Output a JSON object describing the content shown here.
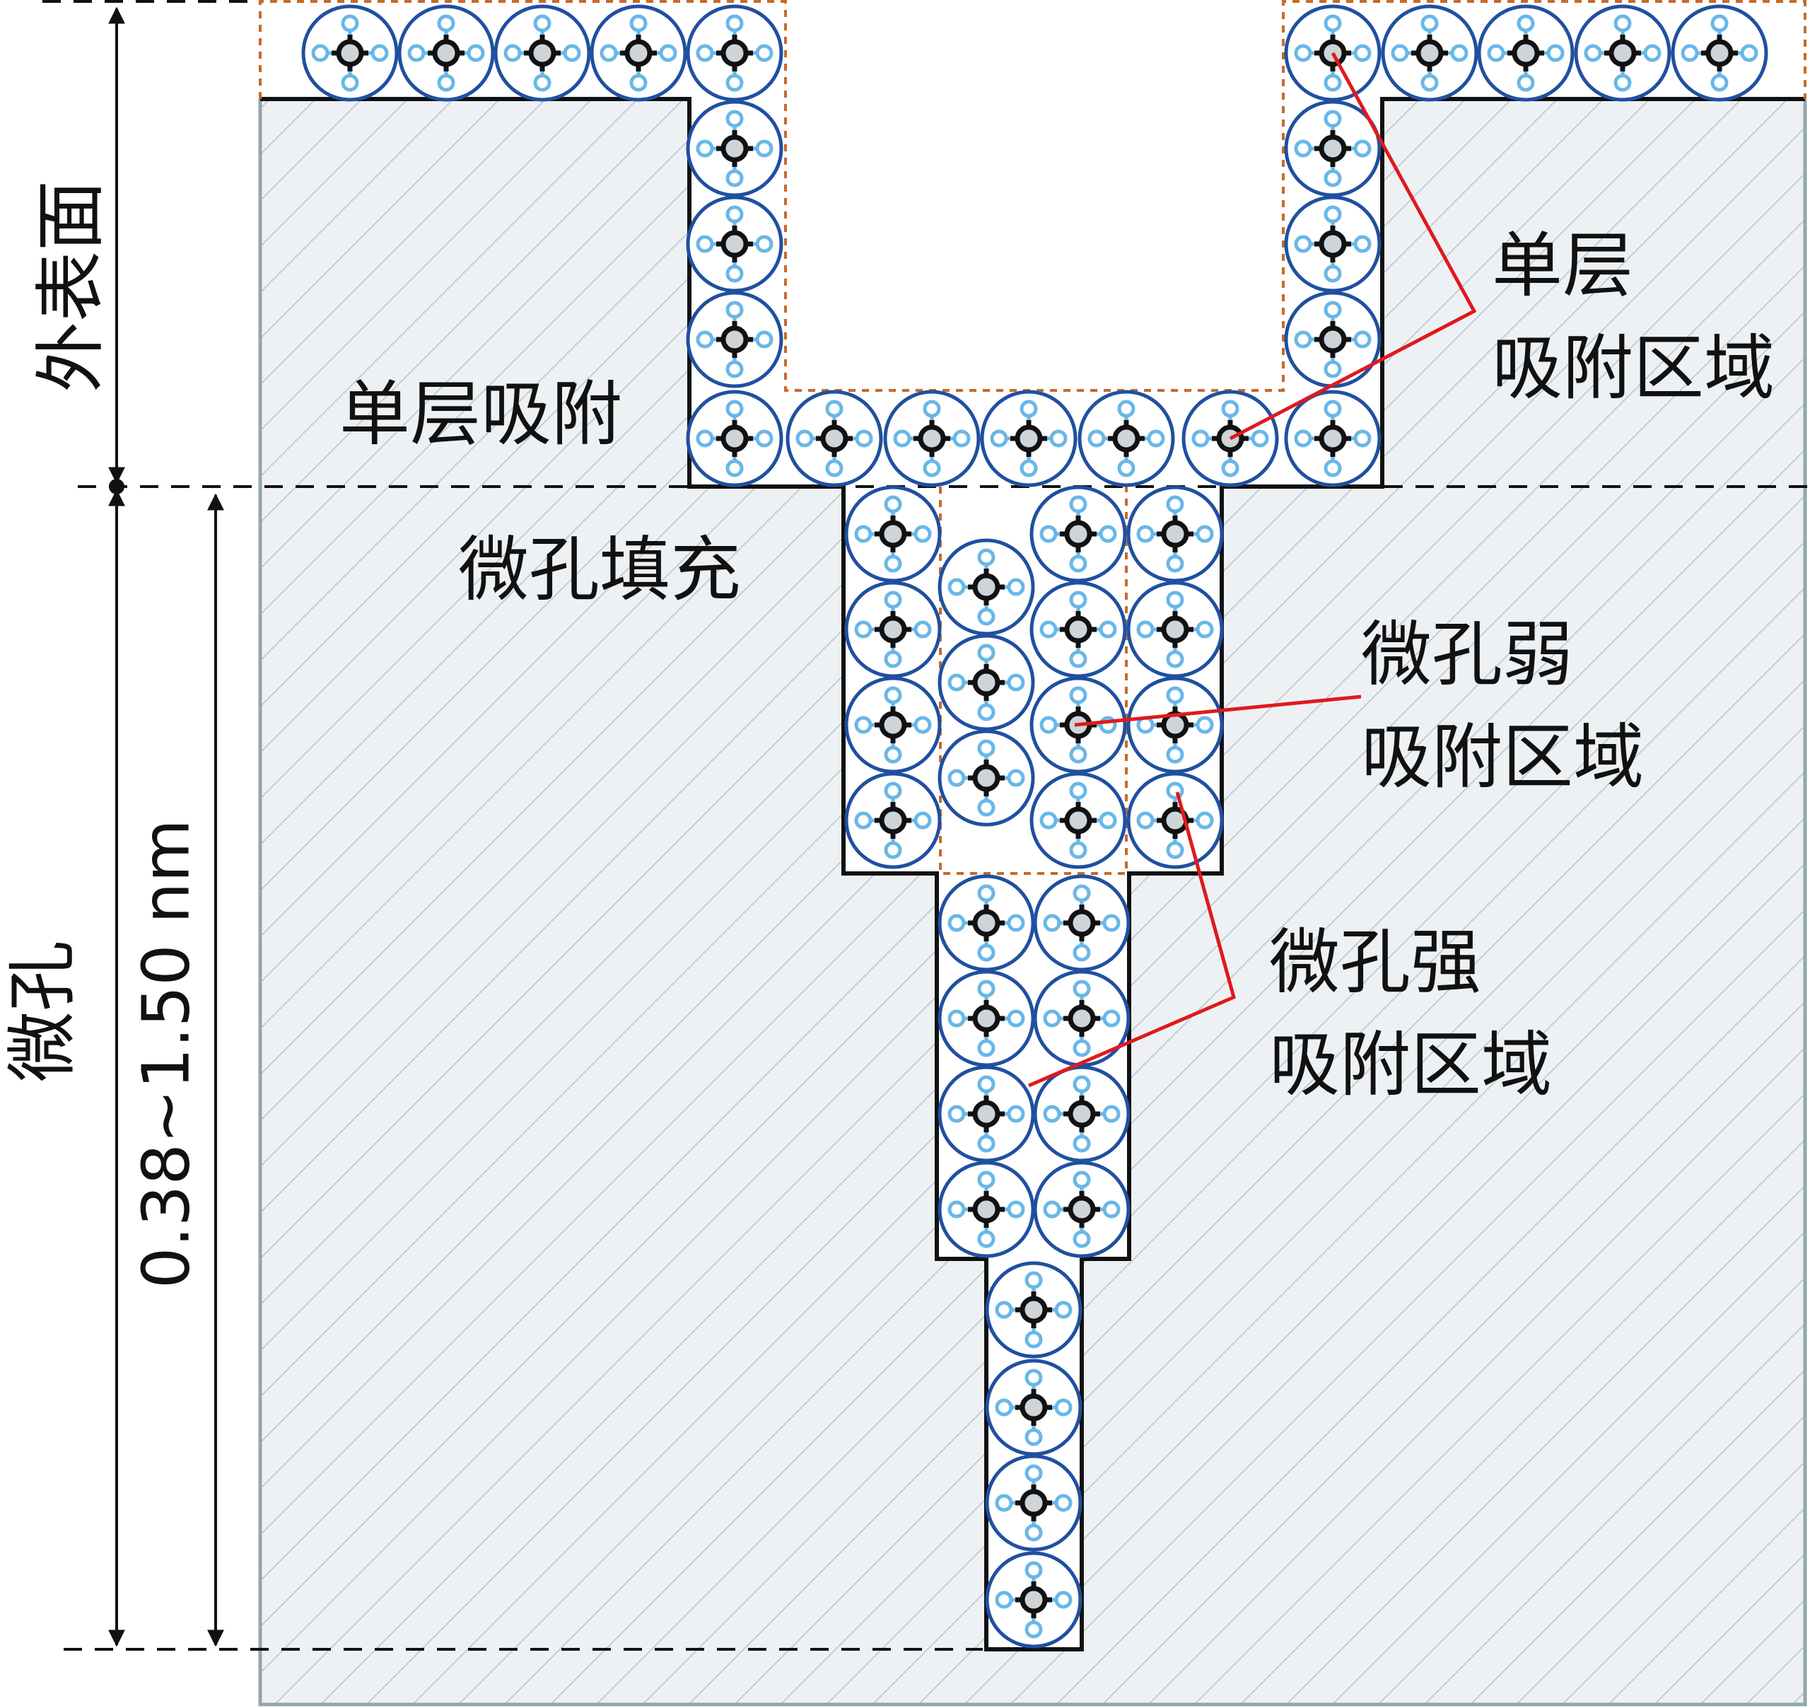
{
  "labels": {
    "outer_surface": "外表面",
    "micropore": "微孔",
    "pore_size": "0.38~1.50 nm",
    "monolayer_adsorption": "单层吸附",
    "micropore_filling": "微孔填充",
    "monolayer_zone_line1": "单层",
    "monolayer_zone_line2": "吸附区域",
    "weak_zone_line1": "微孔弱",
    "weak_zone_line2": "吸附区域",
    "strong_zone_line1": "微孔强",
    "strong_zone_line2": "吸附区域"
  },
  "colors": {
    "solid_fill": "#eef1f4",
    "hatch": "#b4c4cc",
    "solid_border": "#93a6ae",
    "pore_wall": "#111111",
    "dashed_region": "#c8692a",
    "molecule_ring": "#1f50a0",
    "hydrogen": "#69b7e8",
    "carbon": "#111111",
    "leader_line": "#e0191c"
  },
  "molecule_icon": "methane-molecule-icon"
}
